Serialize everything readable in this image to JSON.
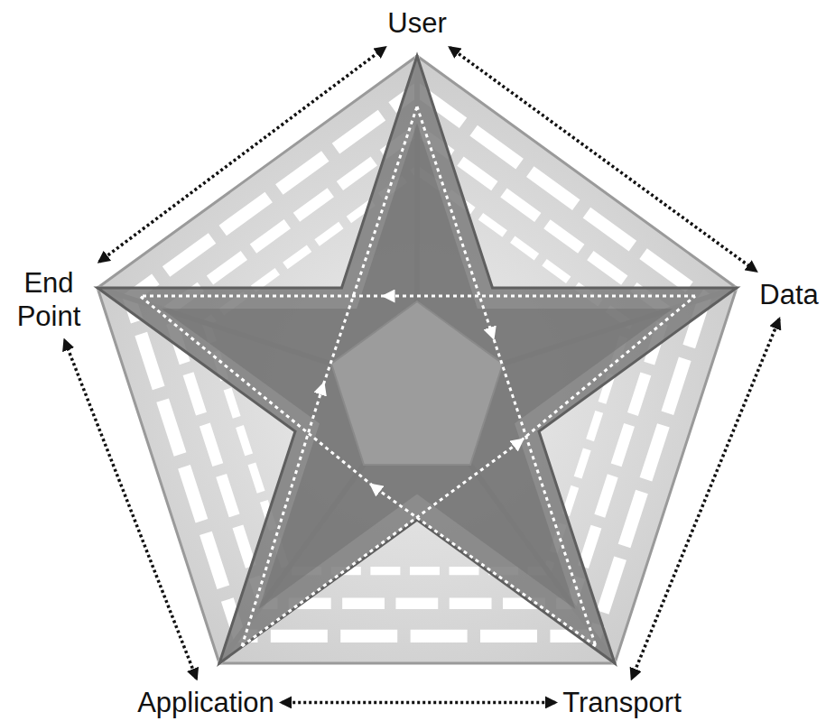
{
  "diagram": {
    "nodes": [
      {
        "text": [
          "User"
        ]
      },
      {
        "text": [
          "Data"
        ]
      },
      {
        "text": [
          "Transport"
        ]
      },
      {
        "text": [
          "Application"
        ]
      },
      {
        "text": [
          "End Point"
        ]
      }
    ],
    "edges": [
      {
        "from": 0,
        "to": 1,
        "arrow": "both"
      },
      {
        "from": 1,
        "to": 2,
        "arrow": "both"
      },
      {
        "from": 2,
        "to": 3,
        "arrow": "both"
      },
      {
        "from": 3,
        "to": 4,
        "arrow": "both"
      },
      {
        "from": 4,
        "to": 0,
        "arrow": "both"
      }
    ]
  }
}
